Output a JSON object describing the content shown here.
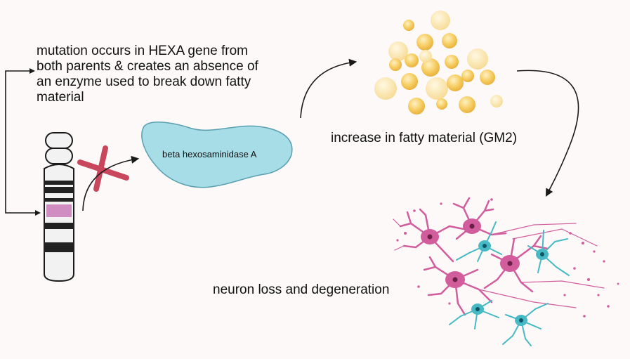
{
  "labels": {
    "mutation": "mutation occurs in HEXA gene from both parents & creates an absence of an enzyme used to break down fatty material",
    "enzyme": "beta hexosaminidase A",
    "increase": "increase in fatty material (GM2)",
    "neuron": "neuron loss and degeneration"
  },
  "colors": {
    "background": "#fcf9f8",
    "enzyme_fill": "#a7dde7",
    "enzyme_stroke": "#5a9fb0",
    "cross": "#c8475d",
    "chromosome_band": "#222222",
    "chromosome_mark": "#d08dc1",
    "lipid": "#f6c95c",
    "neuron_pink": "#d25d9d",
    "neuron_teal": "#46b9c4",
    "arrow": "#1a1a1a"
  },
  "icons": {
    "chromosome": "chromosome-icon",
    "cross": "cross-x-icon",
    "enzyme": "enzyme-blob-icon",
    "lipids": "lipid-droplets-icon",
    "neurons": "neurons-icon"
  }
}
